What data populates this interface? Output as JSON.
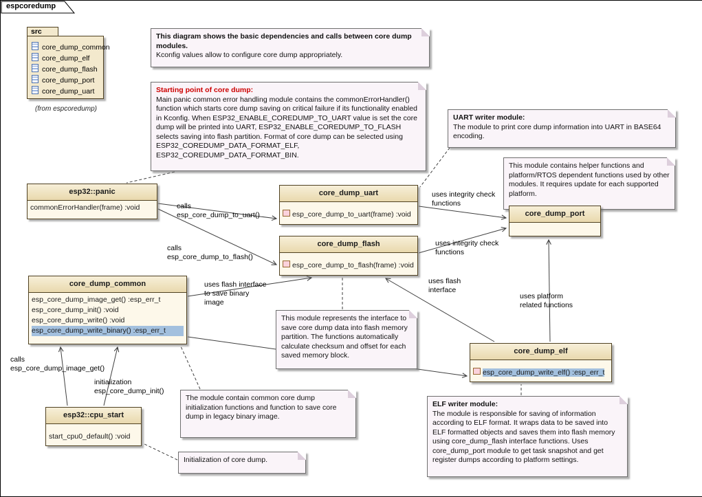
{
  "frame": {
    "title": "espcoredump"
  },
  "package": {
    "name": "src",
    "from_label": "(from espcoredump)",
    "items": [
      "core_dump_common",
      "core_dump_elf",
      "core_dump_flash",
      "core_dump_port",
      "core_dump_uart"
    ]
  },
  "classes": {
    "panic": {
      "title": "esp32::panic",
      "methods": [
        "commonErrorHandler(frame)  :void"
      ]
    },
    "uart": {
      "title": "core_dump_uart",
      "methods": [
        "esp_core_dump_to_uart(frame)  :void"
      ]
    },
    "flash": {
      "title": "core_dump_flash",
      "methods": [
        "esp_core_dump_to_flash(frame)  :void"
      ]
    },
    "port": {
      "title": "core_dump_port",
      "methods": []
    },
    "common": {
      "title": "core_dump_common",
      "methods": [
        "esp_core_dump_image_get() :esp_err_t",
        "esp_core_dump_init()  :void",
        "esp_core_dump_write()  :void",
        "esp_core_dump_write_binary() :esp_err_t"
      ]
    },
    "elf": {
      "title": "core_dump_elf",
      "methods": [
        "esp_core_dump_write_elf() :esp_err_t"
      ]
    },
    "cpu_start": {
      "title": "esp32::cpu_start",
      "methods": [
        "start_cpu0_default()  :void"
      ]
    }
  },
  "notes": {
    "overview": {
      "bold": "This diagram shows the basic dependencies and calls between core dump modules.",
      "text": "Kconfig values allow to configure core dump appropriately."
    },
    "starting_point": {
      "heading": "Starting point of core dump:",
      "text": "Main panic  common error handling module contains the commonErrorHandler() function which starts core dump saving on critical failure if its functionality enabled in Kconfig. When ESP32_ENABLE_COREDUMP_TO_UART value is set the core dump will be printed into UART, ESP32_ENABLE_COREDUMP_TO_FLASH selects saving into flash partition. Format of core dump can be selected using ESP32_COREDUMP_DATA_FORMAT_ELF, ESP32_COREDUMP_DATA_FORMAT_BIN."
    },
    "uart_writer": {
      "heading": "UART writer module:",
      "text": "The module to print core dump information into UART in BASE64 encoding."
    },
    "platform": {
      "text": "This module contains helper functions and platform/RTOS dependent functions used by other modules. It requires update for each supported platform."
    },
    "flash_interface": {
      "text": "This module represents the interface to save core dump data into flash memory partition. The functions automatically calculate checksum and offset for each saved memory block."
    },
    "common_module": {
      "text": "The module contain common core dump initialization functions and function to save core dump in legacy binary image."
    },
    "init": {
      "text": "Initialization of core dump."
    },
    "elf_writer": {
      "heading": "ELF writer module:",
      "text": "The module is responsible for saving of information according to ELF format. It wraps data to be saved into ELF formatted objects and saves them into flash memory using core_dump_flash interface functions. Uses core_dump_port module to get task snapshot and get register dumps according to platform settings."
    }
  },
  "edge_labels": {
    "calls_to_uart": "calls\nesp_core_dump_to_uart()",
    "calls_to_flash": "calls\nesp_core_dump_to_flash()",
    "integrity_uart": "uses integrity check\nfunctions",
    "integrity_flash": "uses integrity check\nfunctions",
    "flash_save_binary": "uses flash interface\nto save binary\nimage",
    "uses_flash_interface": "uses flash\ninterface",
    "uses_platform": "uses platform\nrelated functions",
    "calls_image_get": "calls\nesp_core_dump_image_get()",
    "initialization": "initialization\nesp_core_dump_init()"
  },
  "colors": {
    "class_header": "#e9d9ad",
    "class_body": "#fdf8ea",
    "note_bg": "#faf4f9",
    "selection_highlight": "#a3c0de",
    "heading_red": "#cc0000"
  }
}
